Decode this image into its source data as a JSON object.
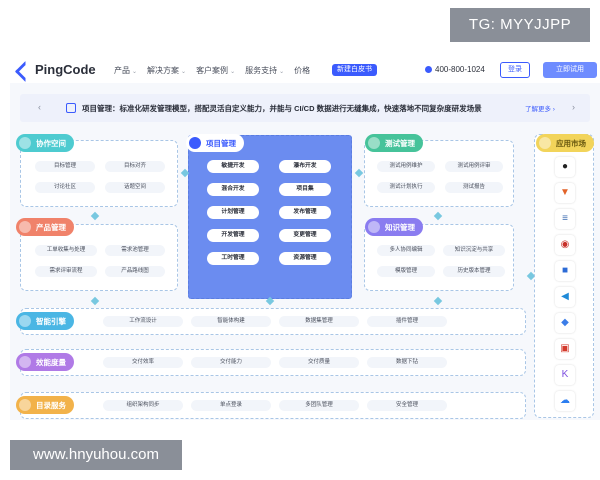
{
  "watermarks": {
    "top": "TG: MYYJJPP",
    "bottom": "www.hnyuhou.com"
  },
  "header": {
    "logo_text": "PingCode",
    "nav": [
      "产品",
      "解决方案",
      "客户案例",
      "服务支持",
      "价格"
    ],
    "new_badge": "新建白皮书",
    "phone": "400-800-1024",
    "login": "登录",
    "try": "立即试用"
  },
  "banner": {
    "prev": "‹",
    "next": "›",
    "text": "项目管理：标准化研发管理模型，搭配灵活自定义能力，并能与 CI/CD 数据进行无缝集成，快速落地不同复杂度研发场景",
    "more": "了解更多 ›"
  },
  "modules": {
    "collab": {
      "title": "协作空间",
      "items": [
        "目标管理",
        "目标对齐",
        "讨论社区",
        "话题空间"
      ]
    },
    "product": {
      "title": "产品管理",
      "items": [
        "工单收集与处理",
        "需求池管理",
        "需求评审流程",
        "产品路线图"
      ]
    },
    "project": {
      "title": "项目管理",
      "items": [
        "敏捷开发",
        "瀑布开发",
        "混合开发",
        "项目集",
        "计划管理",
        "发布管理",
        "开发管理",
        "变更管理",
        "工时管理",
        "资源管理"
      ]
    },
    "test": {
      "title": "测试管理",
      "items": [
        "测试用例维护",
        "测试用例评审",
        "测试计划执行",
        "测试报告"
      ]
    },
    "knowledge": {
      "title": "知识管理",
      "items": [
        "多人协同编辑",
        "知识沉淀与共享",
        "模版管理",
        "历史版本管理"
      ]
    },
    "engine": {
      "title": "智能引擎",
      "items": [
        "工作流设计",
        "智能体构建",
        "数据集管理",
        "插件管理"
      ]
    },
    "metrics": {
      "title": "效能度量",
      "items": [
        "交付效率",
        "交付能力",
        "交付质量",
        "数据下钻"
      ]
    },
    "directory": {
      "title": "目录服务",
      "items": [
        "组织架构同步",
        "单点登录",
        "多团队管理",
        "安全管理"
      ]
    },
    "apps": {
      "title": "应用市场",
      "icons": [
        "github-icon",
        "gitlab-icon",
        "jenkins-icon",
        "gitee-icon",
        "bitbucket-icon",
        "vscode-icon",
        "google-icon",
        "gitee-red-icon",
        "kotlin-icon",
        "cloud-icon"
      ]
    }
  },
  "colors": {
    "brand": "#3b5bfd",
    "collab": "#4ecbd0",
    "product": "#f0826a",
    "project": "#6b8cf0",
    "test": "#46c39a",
    "knowledge": "#8a7cf0",
    "engine": "#4ab6e4",
    "metrics": "#b07ae6",
    "directory": "#f2b24a",
    "apps": "#f2d45a"
  }
}
